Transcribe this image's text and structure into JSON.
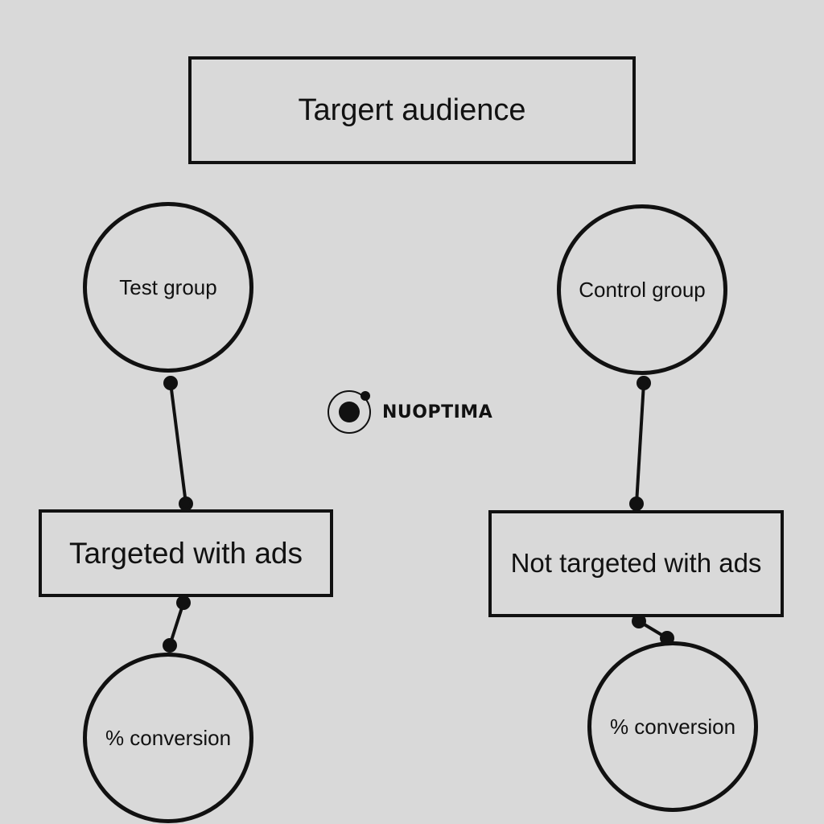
{
  "title_box": {
    "label": "Targert audience"
  },
  "groups": {
    "test": {
      "label": "Test group"
    },
    "control": {
      "label": "Control group"
    }
  },
  "treatments": {
    "targeted": {
      "label": "Targeted with ads"
    },
    "not_targeted": {
      "label": "Not targeted with ads"
    }
  },
  "outcomes": {
    "left": {
      "label": "% conversion"
    },
    "right": {
      "label": "% conversion"
    }
  },
  "logo": {
    "text": "NUOPTIMA",
    "icon": "nuoptima-logo-icon"
  },
  "colors": {
    "background": "#d9d9d9",
    "stroke": "#111111"
  }
}
